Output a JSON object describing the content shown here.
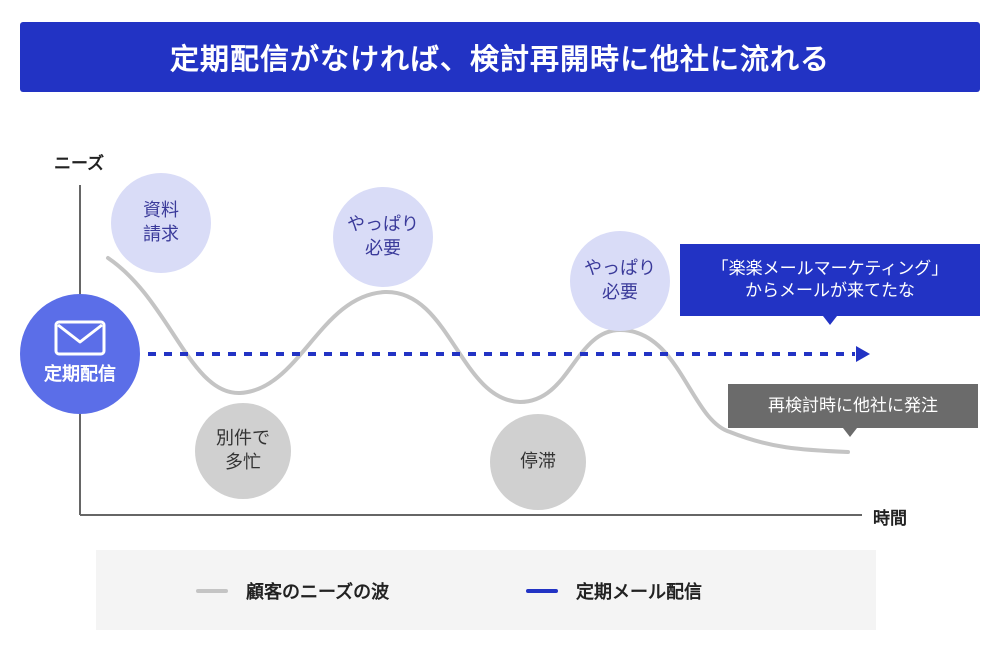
{
  "title": "定期配信がなければ、検討再開時に他社に流れる",
  "axes": {
    "y_label": "ニーズ",
    "x_label": "時間"
  },
  "sender": {
    "label": "定期配信",
    "icon": "envelope-icon"
  },
  "bubbles": {
    "request": "資料\n請求",
    "need_1": "やっぱり\n必要",
    "need_2": "やっぱり\n必要",
    "busy": "別件で\n多忙",
    "stall": "停滞"
  },
  "callouts": {
    "email": "「楽楽メールマーケティング」\nからメールが来てたな",
    "competitor": "再検討時に他社に発注"
  },
  "legend": {
    "wave_label": "顧客のニーズの波",
    "mail_label": "定期メール配信"
  },
  "colors": {
    "accent": "#2233c4",
    "sender_circle": "#5b6ee8",
    "bubble_light": "#d9dcf7",
    "bubble_gray": "#d0d0d0",
    "wave": "#c4c4c4",
    "callout_gray": "#6b6b6b"
  }
}
